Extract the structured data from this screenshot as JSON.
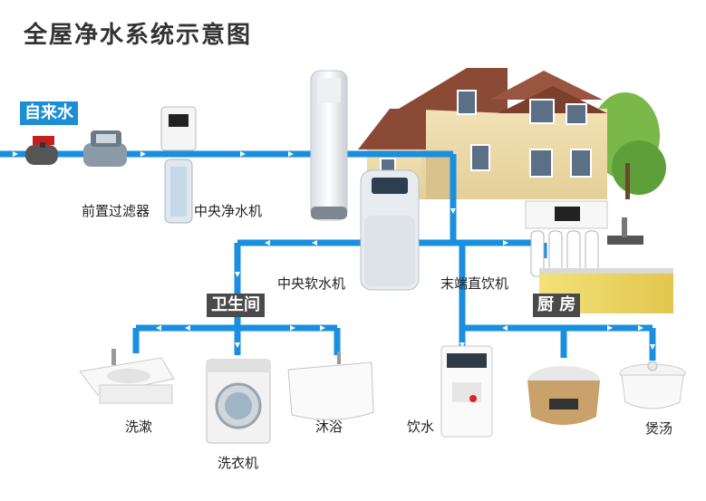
{
  "title": "全屋净水系统示意图",
  "tags": {
    "source": "自来水",
    "bathroom": "卫生间",
    "kitchen": "厨 房"
  },
  "labels": {
    "pre_filter": "前置过滤器",
    "central_purifier": "中央净水机",
    "central_softener": "中央软水机",
    "pou_drinker": "末端直饮机",
    "wash_face": "洗漱",
    "washing_machine": "洗衣机",
    "bath": "沐浴",
    "drinking": "饮水",
    "soup": "煲汤"
  },
  "colors": {
    "pipe": "#1a8fe0",
    "arrow": "#ffffff",
    "source_tag": "#1c8ed6",
    "room_tag": "#4a4a4a"
  },
  "icons": [
    "valve-icon",
    "water-meter-icon",
    "pre-filter-icon",
    "purifier-tank-icon",
    "house-icon",
    "softener-icon",
    "ro-machine-icon",
    "kitchen-cabinet-icon",
    "sink-icon",
    "washing-machine-icon",
    "bathtub-icon",
    "water-dispenser-icon",
    "rice-cooker-icon",
    "soup-pot-icon"
  ]
}
